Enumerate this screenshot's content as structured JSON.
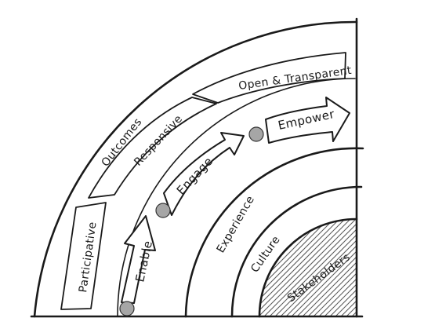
{
  "diagram": {
    "outer_band_labels": {
      "outcomes": "Outcomes",
      "participative": "Participative",
      "responsive": "Responsive",
      "open_transparent": "Open & Transparent"
    },
    "steps": {
      "enable": "Enable",
      "engage": "Engage",
      "empower": "Empower"
    },
    "rings": {
      "experience": "Experience",
      "culture": "Culture",
      "stakeholders": "Stakeholders"
    }
  }
}
